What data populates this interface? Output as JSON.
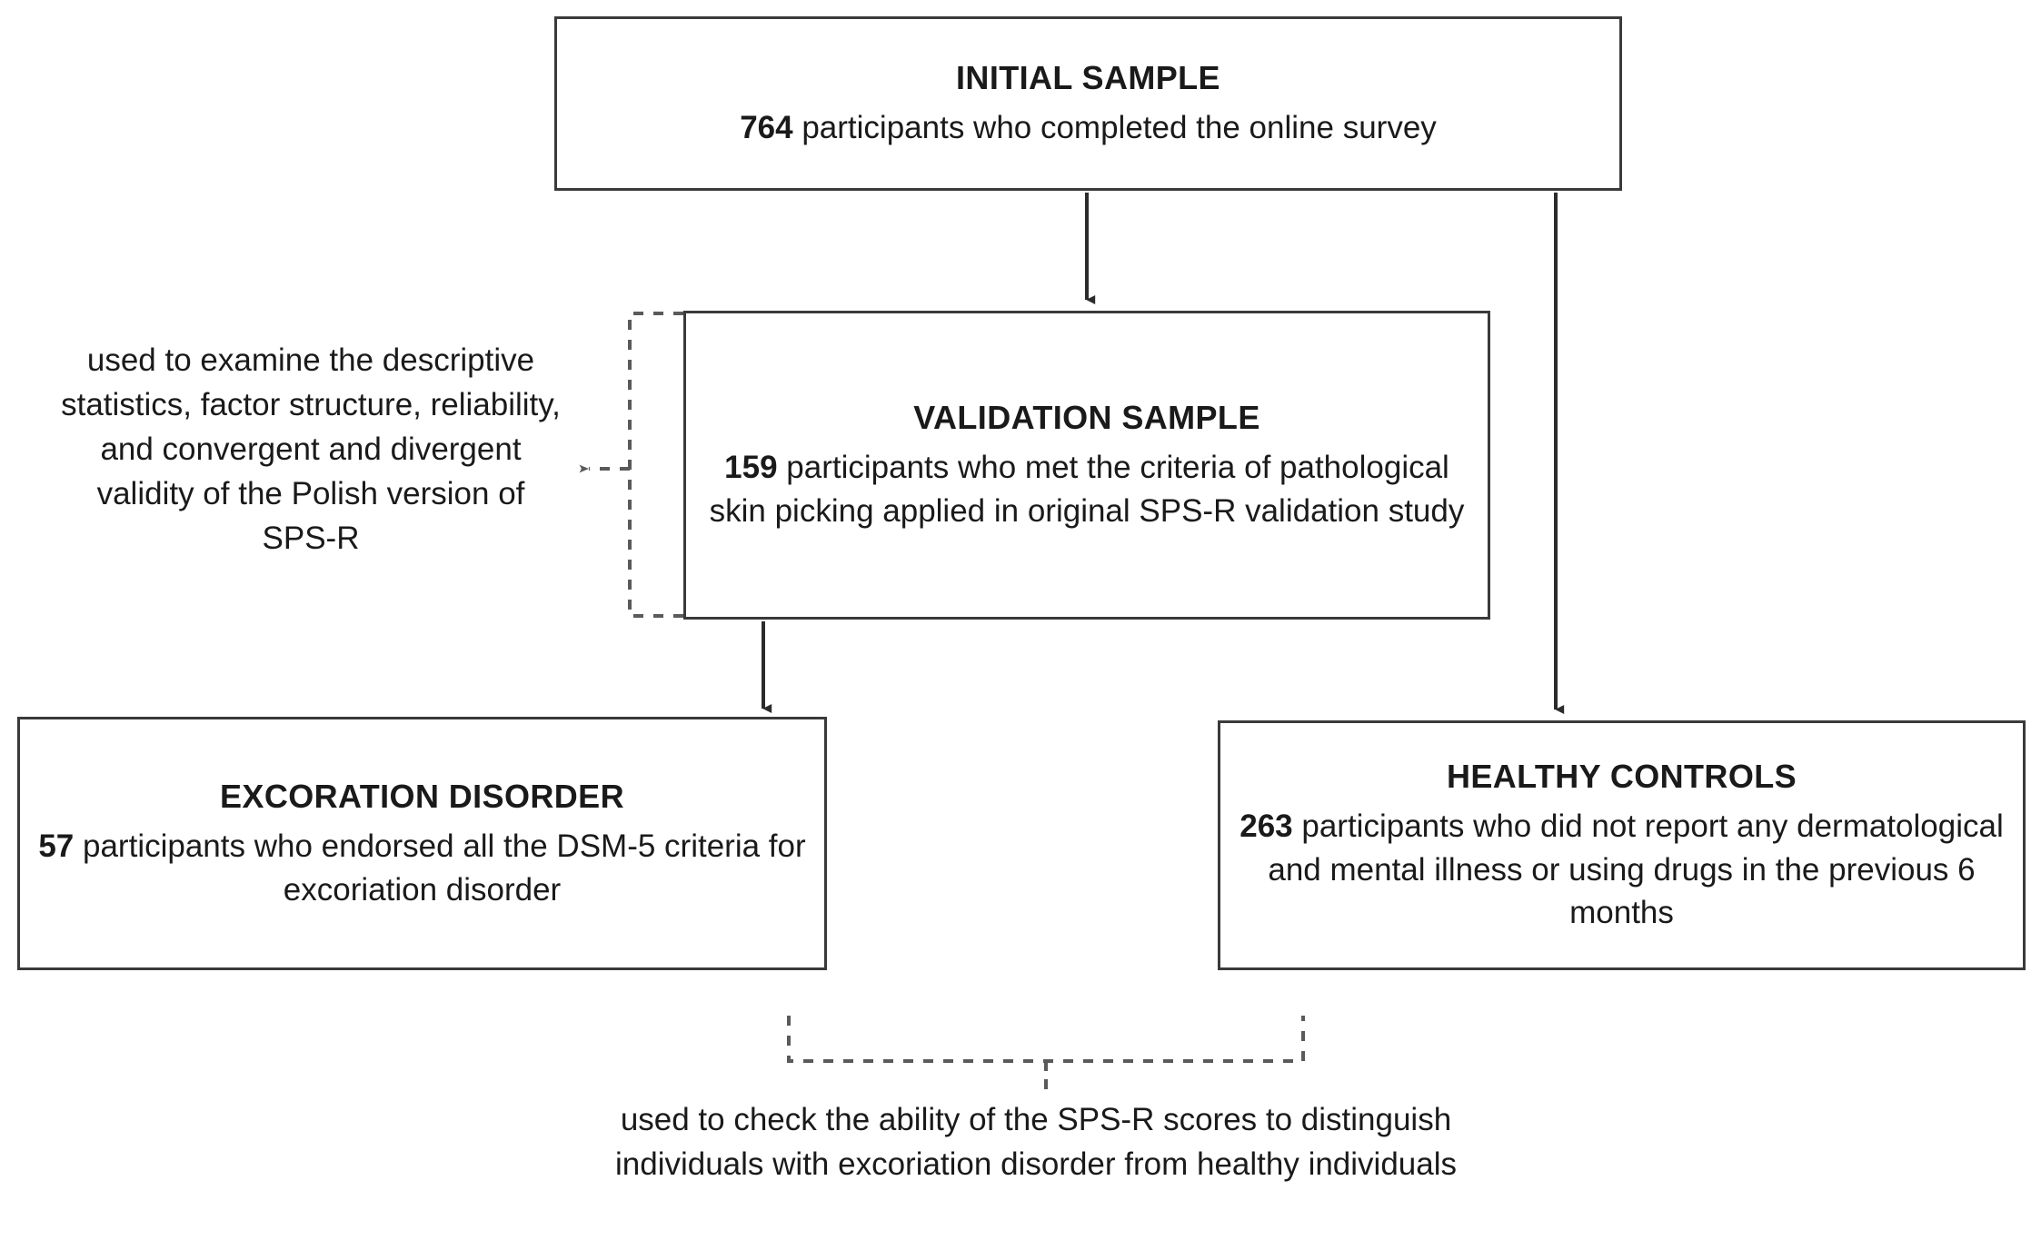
{
  "figure": {
    "type": "flowchart",
    "background_color": "#ffffff",
    "line_color": "#3a3a3a",
    "text_color": "#1a1a1a"
  },
  "nodes": {
    "initial_sample": {
      "title": "INITIAL SAMPLE",
      "count": "764",
      "body_rest": " participants who completed the online survey",
      "body_full": "764 participants who completed the online survey"
    },
    "validation_sample": {
      "title": "VALIDATION SAMPLE",
      "count": "159",
      "body_rest": " participants who met the criteria of pathological skin picking applied in original SPS-R validation study",
      "body_full": "159 participants who met the criteria of pathological skin picking applied in original SPS-R validation study"
    },
    "excoriation_disorder": {
      "title": "EXCORATION DISORDER",
      "count": "57",
      "body_rest": " participants who endorsed all the DSM-5 criteria for excoriation disorder",
      "body_full": "57 participants who endorsed all the DSM-5 criteria for excoriation disorder"
    },
    "healthy_controls": {
      "title": "HEALTHY CONTROLS",
      "count": "263",
      "body_rest": " participants who did not report any dermatological and mental illness or using drugs in the previous 6 months",
      "body_full": "263 participants who did not report any dermatological and mental illness or using drugs in the previous 6 months"
    }
  },
  "annotations": {
    "left": "used to examine the descriptive statistics, factor structure, reliability, and convergent and divergent validity of the Polish version of SPS-R",
    "bottom": "used to check the ability of the SPS-R scores to distinguish individuals with excoriation disorder from healthy individuals"
  },
  "edges": [
    {
      "from": "initial_sample",
      "to": "validation_sample",
      "style": "solid",
      "arrow": "down"
    },
    {
      "from": "initial_sample",
      "to": "healthy_controls",
      "style": "solid",
      "arrow": "down"
    },
    {
      "from": "validation_sample",
      "to": "excoriation_disorder",
      "style": "solid",
      "arrow": "down"
    },
    {
      "from": "validation_sample",
      "to": "annotation_left",
      "style": "dashed",
      "arrow": "left"
    },
    {
      "from": "excoriation_disorder_and_healthy_controls",
      "to": "annotation_bottom",
      "style": "dashed",
      "arrow": "down"
    }
  ]
}
